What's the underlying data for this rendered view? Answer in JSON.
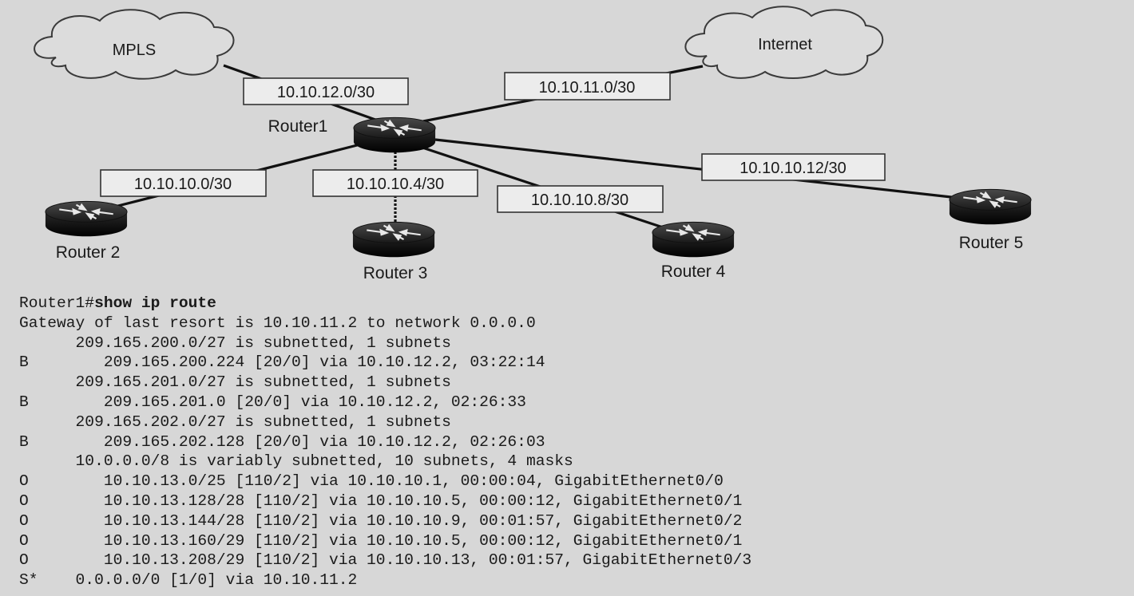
{
  "diagram": {
    "clouds": {
      "mpls": "MPLS",
      "internet": "Internet"
    },
    "routers": {
      "r1": "Router1",
      "r2": "Router 2",
      "r3": "Router 3",
      "r4": "Router 4",
      "r5": "Router 5"
    },
    "subnets": {
      "mpls_link": "10.10.12.0/30",
      "internet_link": "10.10.11.0/30",
      "r2_link": "10.10.10.0/30",
      "r3_link": "10.10.10.4/30",
      "r4_link": "10.10.10.8/30",
      "r5_link": "10.10.10.12/30"
    }
  },
  "cli": {
    "prompt": "Router1#",
    "command": "show ip route",
    "lines": [
      "Gateway of last resort is 10.10.11.2 to network 0.0.0.0",
      "      209.165.200.0/27 is subnetted, 1 subnets",
      "B        209.165.200.224 [20/0] via 10.10.12.2, 03:22:14",
      "      209.165.201.0/27 is subnetted, 1 subnets",
      "B        209.165.201.0 [20/0] via 10.10.12.2, 02:26:33",
      "      209.165.202.0/27 is subnetted, 1 subnets",
      "B        209.165.202.128 [20/0] via 10.10.12.2, 02:26:03",
      "      10.0.0.0/8 is variably subnetted, 10 subnets, 4 masks",
      "O        10.10.13.0/25 [110/2] via 10.10.10.1, 00:00:04, GigabitEthernet0/0",
      "O        10.10.13.128/28 [110/2] via 10.10.10.5, 00:00:12, GigabitEthernet0/1",
      "O        10.10.13.144/28 [110/2] via 10.10.10.9, 00:01:57, GigabitEthernet0/2",
      "O        10.10.13.160/29 [110/2] via 10.10.10.5, 00:00:12, GigabitEthernet0/1",
      "O        10.10.13.208/29 [110/2] via 10.10.10.13, 00:01:57, GigabitEthernet0/3",
      "S*    0.0.0.0/0 [1/0] via 10.10.11.2"
    ]
  }
}
